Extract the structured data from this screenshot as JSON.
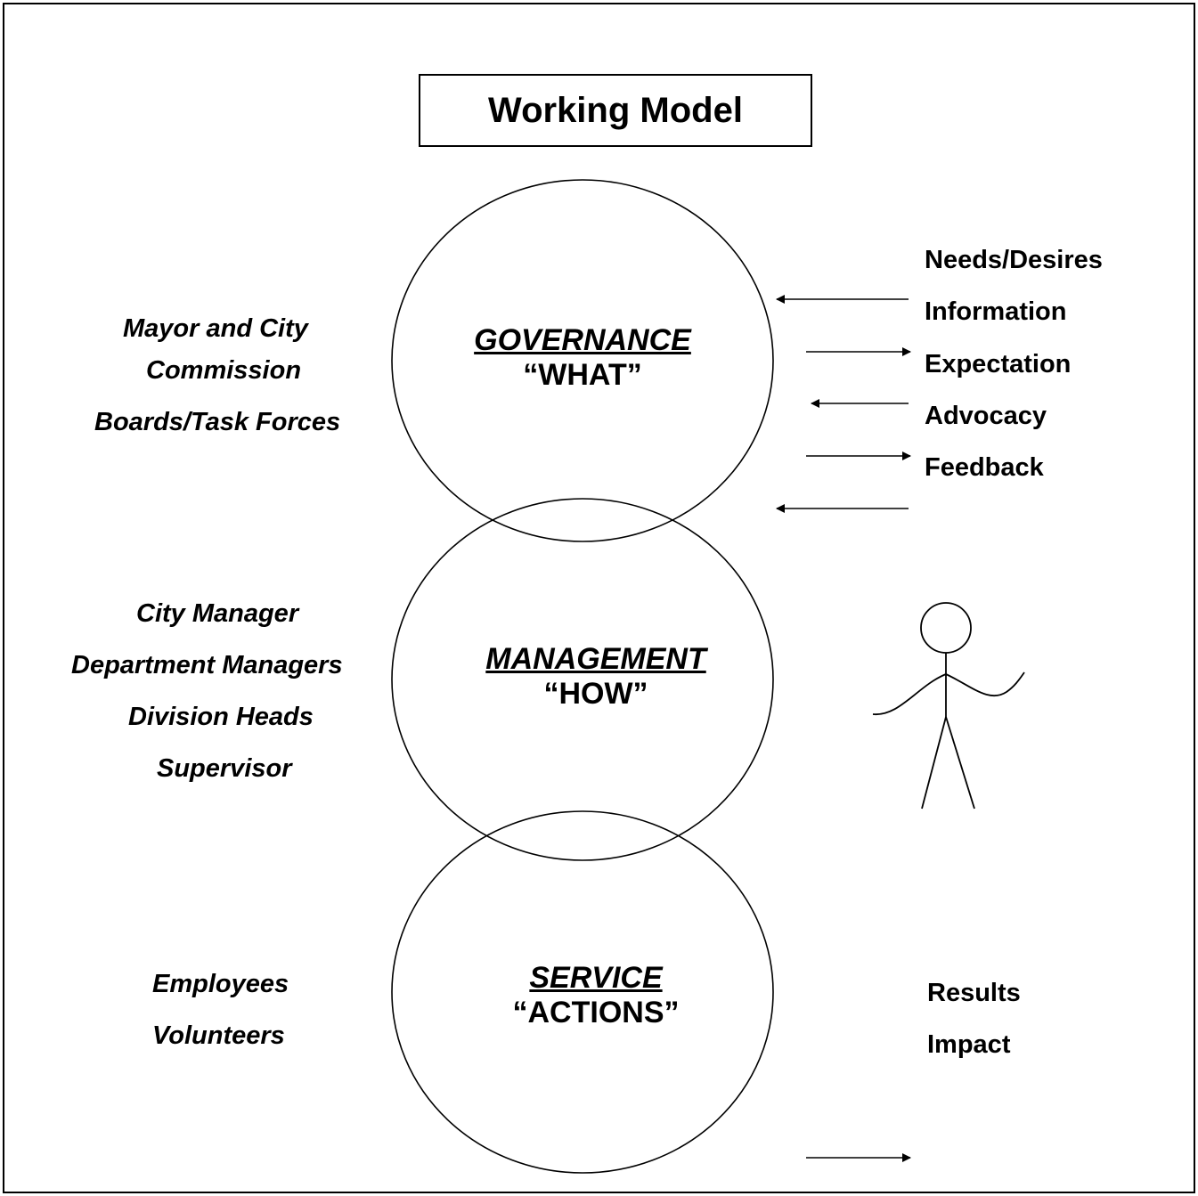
{
  "title": "Working Model",
  "governance": {
    "heading": "GOVERNANCE",
    "subheading": "“WHAT”",
    "roles": [
      "Mayor and City",
      "Commission",
      "Boards/Task Forces"
    ]
  },
  "management": {
    "heading": "MANAGEMENT",
    "subheading": "“HOW”",
    "roles": [
      "City Manager",
      "Department Managers",
      "Division Heads",
      "Supervisor"
    ]
  },
  "service": {
    "heading": "SERVICE",
    "subheading": "“ACTIONS”",
    "roles": [
      "Employees",
      "Volunteers"
    ]
  },
  "citizen_inputs": [
    "Needs/Desires",
    "Information",
    "Expectation",
    "Advocacy",
    "Feedback"
  ],
  "citizen_outcomes": [
    "Results",
    "Impact"
  ]
}
